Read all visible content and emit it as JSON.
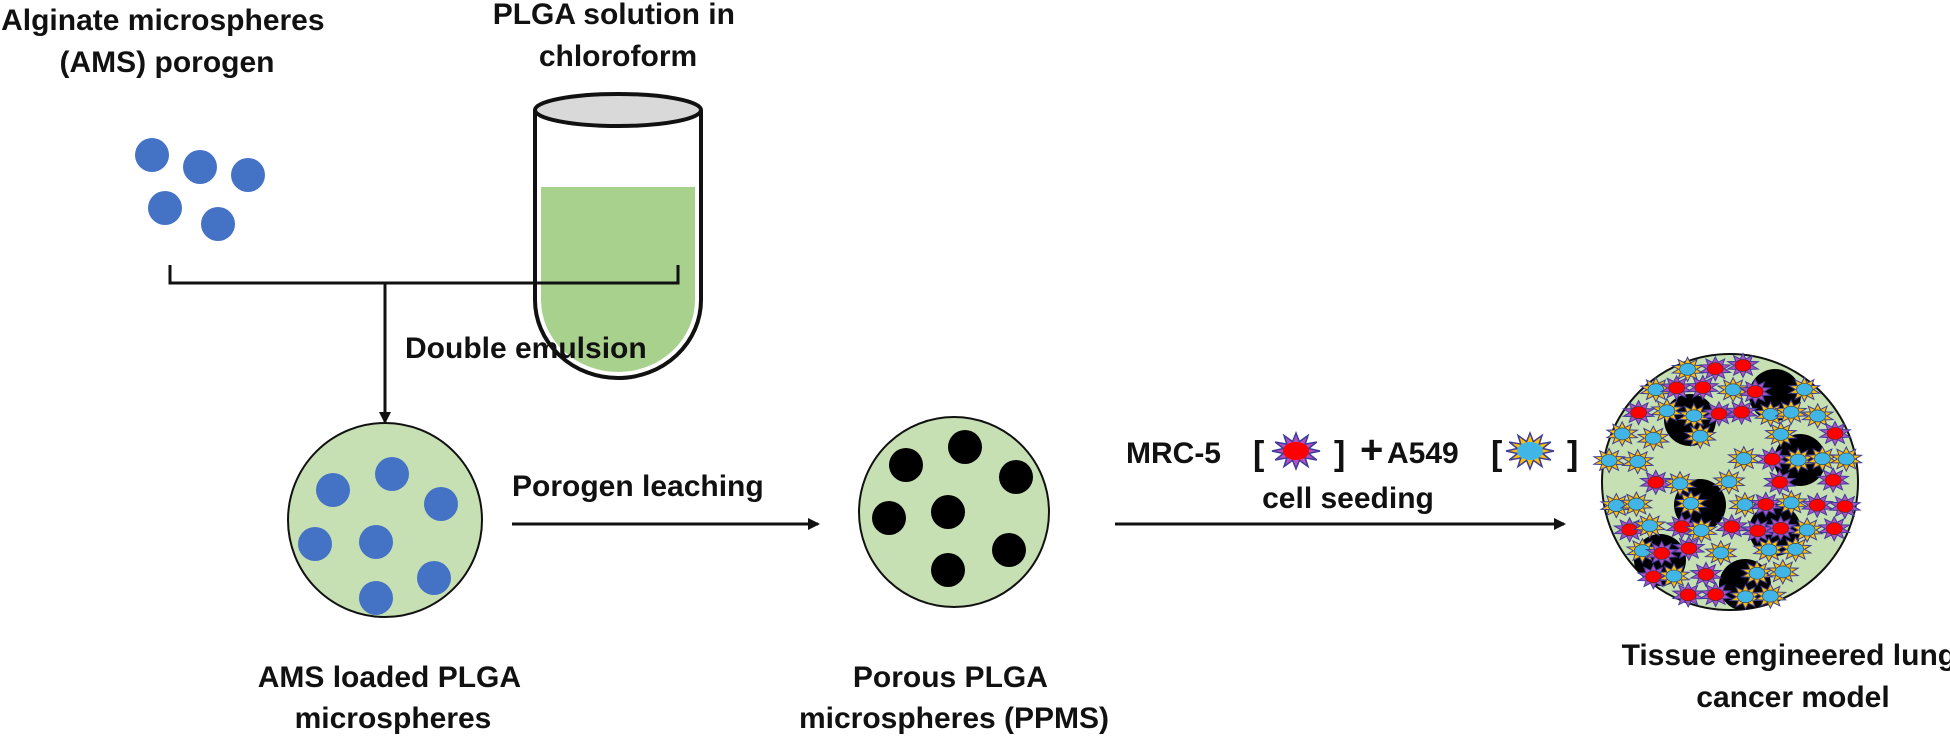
{
  "labels": {
    "ams_porogen": [
      "Alginate microspheres",
      "(AMS) porogen"
    ],
    "plga_solution": [
      "PLGA solution in",
      "chloroform"
    ],
    "double_emulsion": "Double emulsion",
    "porogen_leaching": "Porogen leaching",
    "ams_loaded": [
      "AMS loaded PLGA",
      "microspheres"
    ],
    "ppms": [
      "Porous PLGA",
      "microspheres (PPMS)"
    ],
    "seeding_line1": {
      "mrc5": "MRC-5",
      "open1": "[",
      "close1": "]",
      "plus": "+",
      "a549": "A549",
      "open2": "[",
      "close2": "]"
    },
    "seeding_line2": "cell seeding",
    "final": [
      "Tissue engineered lung",
      "cancer model"
    ]
  },
  "colors": {
    "alginate_bead": "#4472c4",
    "plga_matrix": "#c6e0b4",
    "tube_liquid": "#a9d18e",
    "pore": "#000000",
    "mrc5_body": "#b14fc5",
    "mrc5_nucleus": "#ff0000",
    "a549_body": "#ffc000",
    "a549_nucleus": "#41b6e6",
    "cell_outline": "#3d3d99",
    "arrow": "#111111"
  },
  "icons": {
    "tube": "test-tube-icon",
    "mrc5_cell": "mrc5-cell-icon",
    "a549_cell": "a549-cell-icon"
  }
}
